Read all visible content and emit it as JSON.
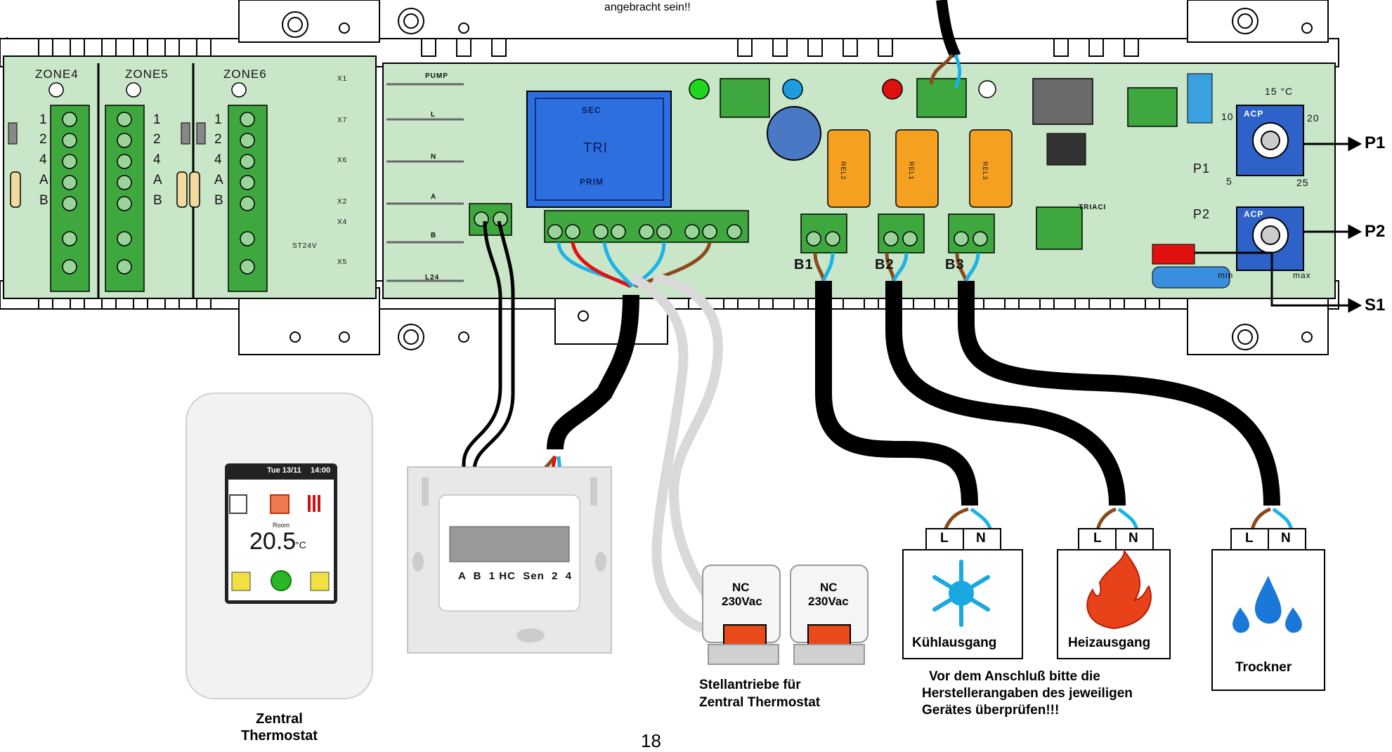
{
  "note_top": "angebracht sein!!",
  "zones": [
    "ZONE4",
    "ZONE5",
    "ZONE6"
  ],
  "zone_rows": [
    "1",
    "2",
    "4",
    "A",
    "B"
  ],
  "board": {
    "transformer_label": "TRI",
    "transformer_text_top": "SEC",
    "transformer_text_bottom": "PRIM",
    "left_labels": [
      "PUMP",
      "L",
      "N",
      "A",
      "B",
      "L24"
    ],
    "x_labels": [
      "X1",
      "X7",
      "X6",
      "X2",
      "X4",
      "X5"
    ],
    "st24v": "ST24V",
    "triac": "TRIACI",
    "relays": [
      "REL2",
      "REL1",
      "REL3"
    ],
    "outputs": [
      "B1",
      "B2",
      "B3"
    ],
    "pot_labels": {
      "p1_min": "5",
      "p1_mid": "10",
      "p1_top": "15 °C",
      "p1_hi": "20",
      "p1_max": "25",
      "p2_min": "min",
      "p2_max": "max",
      "acp": "ACP"
    },
    "p_labels": [
      "P1",
      "P2"
    ]
  },
  "callouts": [
    "P1",
    "P2",
    "S1"
  ],
  "thermostat": {
    "date": "Tue 13/11",
    "time": "14:00",
    "room_label": "Room",
    "temp": "20.5",
    "unit": "°C",
    "caption_line1": "Zentral",
    "caption_line2": "Thermostat"
  },
  "wall_thermostat": {
    "terminals": "A  B  1 HC  Sen  2  4"
  },
  "actuators": {
    "label_line1": "NC",
    "label_line2": "230Vac",
    "caption_line1": "Stellantriebe für",
    "caption_line2": "Zentral Thermostat"
  },
  "devices": [
    {
      "name": "Kühlausgang",
      "L": "L",
      "N": "N"
    },
    {
      "name": "Heizausgang",
      "L": "L",
      "N": "N"
    },
    {
      "name": "Trockner",
      "L": "L",
      "N": "N"
    }
  ],
  "warning": {
    "line1": "Vor dem Anschluß bitte die",
    "line2": "Herstellerangaben des jeweiligen",
    "line3": "Gerätes überprüfen!!!"
  },
  "page_number": "18",
  "colors": {
    "board": "#c9e6c9",
    "terminal": "#3ea83e",
    "transformer": "#2e6fe0",
    "relay": "#f5a020",
    "pot": "#2e62c9",
    "wire_brown": "#8a4a1c",
    "wire_blue": "#19b3e8",
    "wire_red": "#e31010",
    "wire_black": "#000000",
    "wire_grey": "#d9d9d9"
  }
}
